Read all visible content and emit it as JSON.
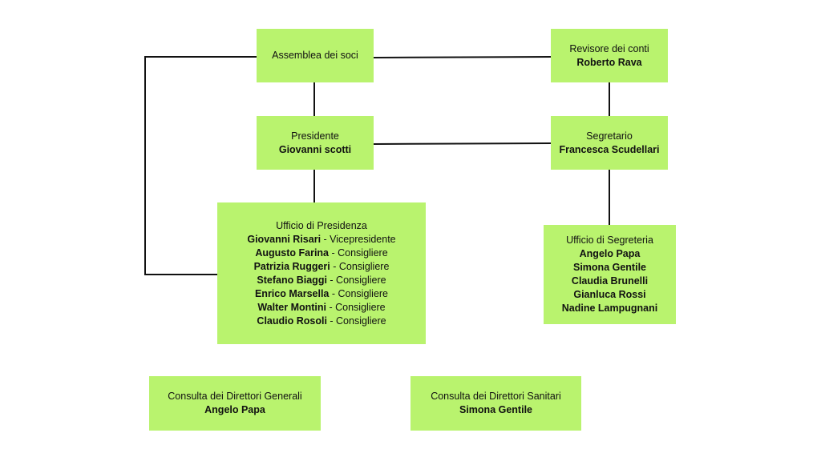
{
  "colors": {
    "box_fill": "#b9f36e",
    "line": "#111111",
    "background": "#ffffff"
  },
  "assemblea": {
    "title": "Assemblea dei soci"
  },
  "revisore": {
    "title": "Revisore dei conti",
    "name": "Roberto Rava"
  },
  "presidente": {
    "title": "Presidente",
    "name": "Giovanni scotti"
  },
  "segretario": {
    "title": "Segretario",
    "name": "Francesca Scudellari"
  },
  "ufficio_presidenza": {
    "title": "Ufficio di Presidenza",
    "members": [
      {
        "name": "Giovanni Risari",
        "role": " - Vicepresidente"
      },
      {
        "name": "Augusto Farina",
        "role": " - Consigliere"
      },
      {
        "name": "Patrizia Ruggeri",
        "role": " - Consigliere"
      },
      {
        "name": "Stefano Biaggi",
        "role": " - Consigliere"
      },
      {
        "name": "Enrico Marsella",
        "role": " - Consigliere"
      },
      {
        "name": "Walter Montini",
        "role": " - Consigliere"
      },
      {
        "name": "Claudio Rosoli",
        "role": " - Consigliere"
      }
    ]
  },
  "ufficio_segreteria": {
    "title": "Ufficio di Segreteria",
    "members": [
      "Angelo Papa",
      "Simona Gentile",
      "Claudia Brunelli",
      "Gianluca Rossi",
      "Nadine Lampugnani"
    ]
  },
  "consulta_generali": {
    "title": "Consulta dei Direttori Generali",
    "name": "Angelo Papa"
  },
  "consulta_sanitari": {
    "title": "Consulta dei Direttori Sanitari",
    "name": "Simona Gentile"
  }
}
